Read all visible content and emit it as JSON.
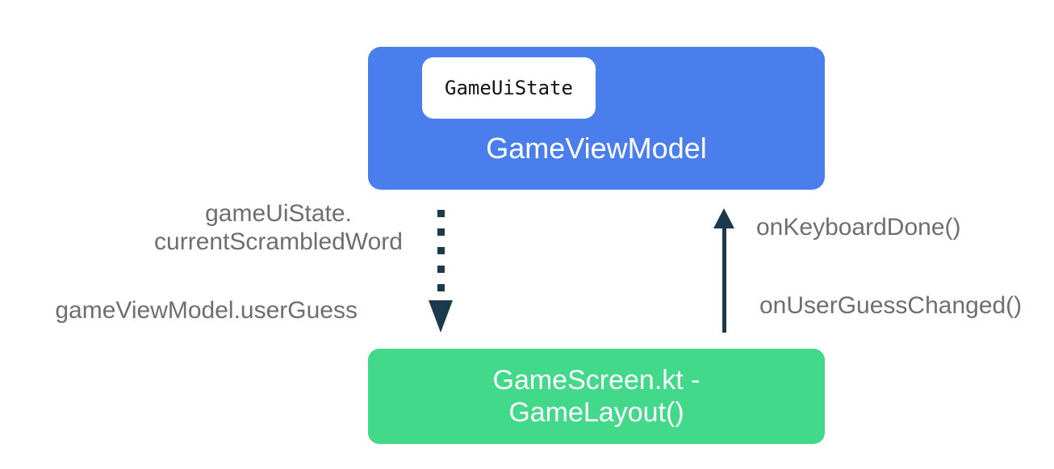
{
  "colors": {
    "blue": "#4A7EEC",
    "green": "#43D98B",
    "arrow_navy": "#1B3A4E",
    "label_gray": "#6E6E6E",
    "chip_bg": "#FFFFFF",
    "chip_text": "#131313",
    "box_text": "#FFFFFF"
  },
  "viewmodel_box": {
    "title": "GameViewModel",
    "uistate_chip_label": "GameUiState"
  },
  "screen_box": {
    "title_line1": "GameScreen.kt -",
    "title_line2": "GameLayout()"
  },
  "state_flow": {
    "direction": "down",
    "style": "dotted",
    "label_line1": "gameUiState.",
    "label_line2": "currentScrambledWord",
    "label_user_guess": "gameViewModel.userGuess"
  },
  "event_flow": {
    "direction": "up",
    "style": "solid",
    "label_keyboard_done": "onKeyboardDone()",
    "label_user_guess_changed": "onUserGuessChanged()"
  }
}
